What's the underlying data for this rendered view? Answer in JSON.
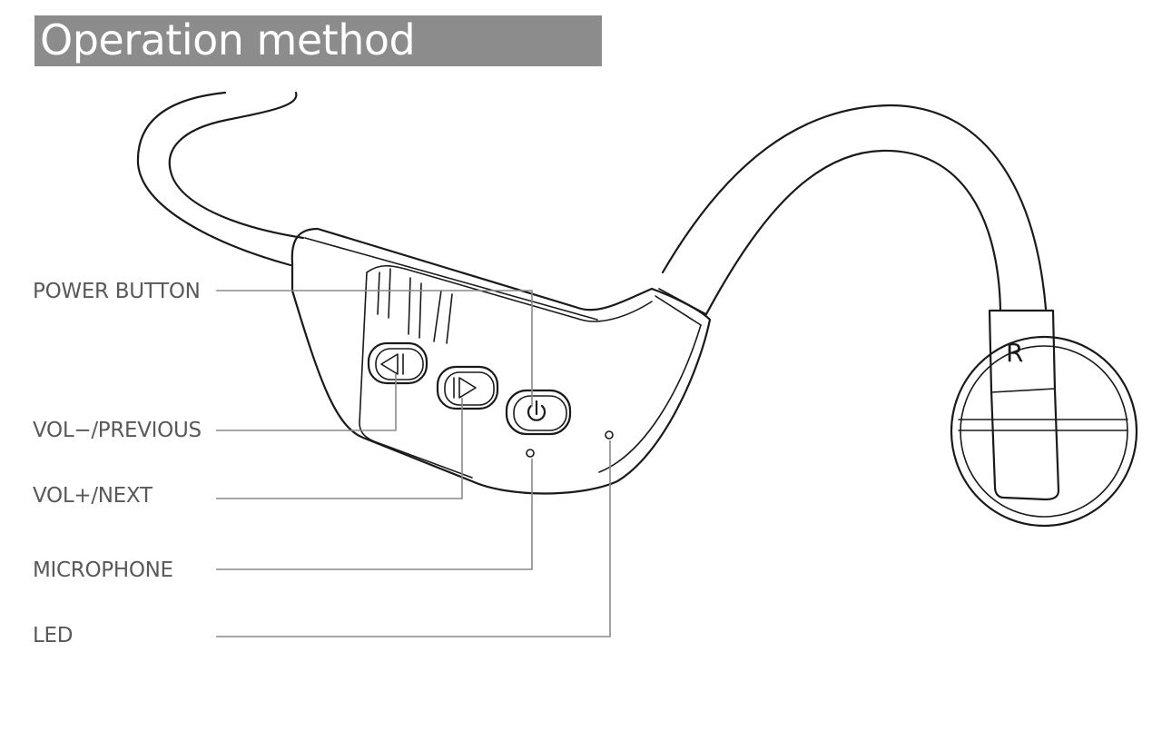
{
  "title": "Operation method",
  "callouts": {
    "power_button": "POWER BUTTON",
    "vol_minus_previous": "VOL−/PREVIOUS",
    "vol_plus_next": "VOL+/NEXT",
    "microphone": "MICROPHONE",
    "led": "LED"
  },
  "earpiece_side": "R",
  "colors": {
    "title_background": "#8c8c8c",
    "title_text": "#ffffff",
    "label_text": "#595959",
    "leader_line": "#8a8a8a",
    "line_art": "#1a1a1a"
  },
  "icons": {
    "previous": "previous-triangle-icon",
    "next": "next-triangle-icon",
    "power": "power-icon"
  }
}
